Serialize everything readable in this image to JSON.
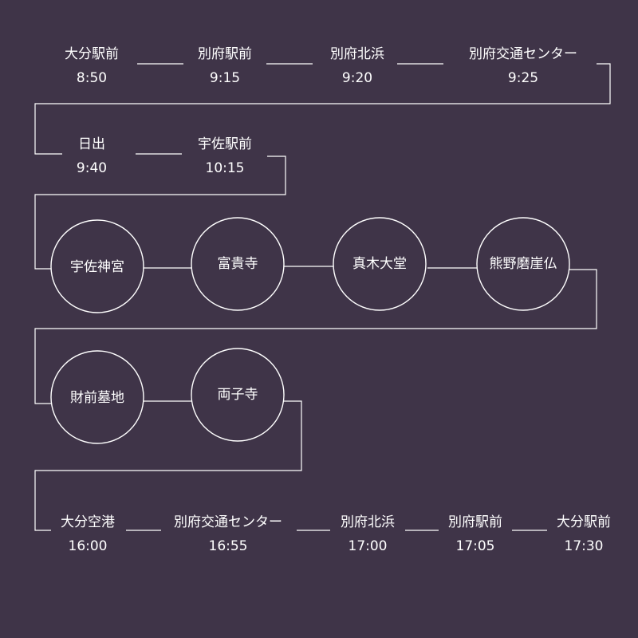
{
  "route": {
    "row1": [
      {
        "name": "大分駅前",
        "time": "8:50"
      },
      {
        "name": "別府駅前",
        "time": "9:15"
      },
      {
        "name": "別府北浜",
        "time": "9:20"
      },
      {
        "name": "別府交通センター",
        "time": "9:25"
      }
    ],
    "row2": [
      {
        "name": "日出",
        "time": "9:40"
      },
      {
        "name": "宇佐駅前",
        "time": "10:15"
      }
    ],
    "spots_row1": [
      {
        "name": "宇佐神宮"
      },
      {
        "name": "富貴寺"
      },
      {
        "name": "真木大堂"
      },
      {
        "name": "熊野磨崖仏"
      }
    ],
    "spots_row2": [
      {
        "name": "財前墓地"
      },
      {
        "name": "両子寺"
      }
    ],
    "row5": [
      {
        "name": "大分空港",
        "time": "16:00"
      },
      {
        "name": "別府交通センター",
        "time": "16:55"
      },
      {
        "name": "別府北浜",
        "time": "17:00"
      },
      {
        "name": "別府駅前",
        "time": "17:05"
      },
      {
        "name": "大分駅前",
        "time": "17:30"
      }
    ]
  },
  "colors": {
    "background": "#3f3448",
    "line": "#ffffff",
    "text": "#ffffff"
  }
}
